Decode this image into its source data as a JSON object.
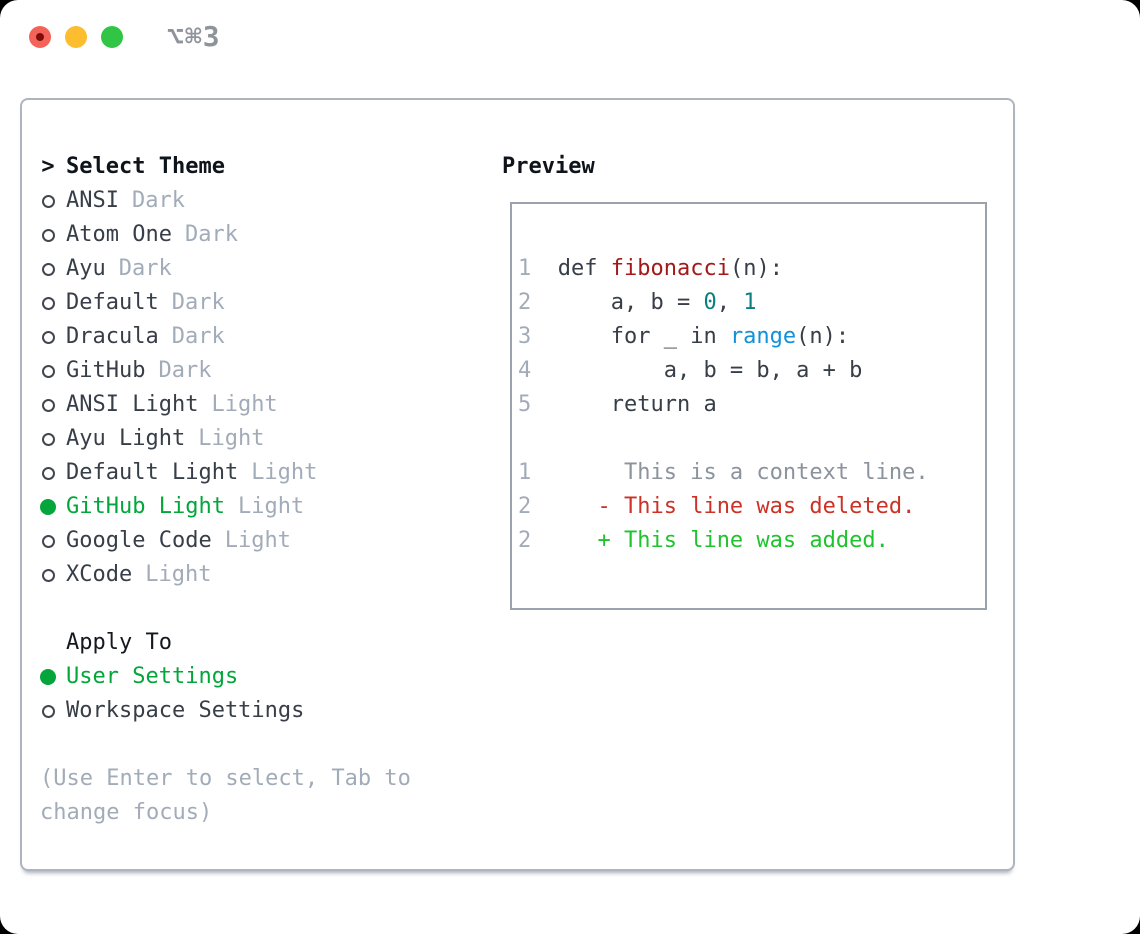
{
  "window": {
    "title": "⌥⌘3"
  },
  "titlebar_buttons": [
    {
      "name": "close"
    },
    {
      "name": "minimize"
    },
    {
      "name": "zoom"
    }
  ],
  "theme_panel": {
    "prompt": ">",
    "title": "Select Theme",
    "items": [
      {
        "name": "ANSI",
        "tag": "Dark",
        "selected": false
      },
      {
        "name": "Atom One",
        "tag": "Dark",
        "selected": false
      },
      {
        "name": "Ayu",
        "tag": "Dark",
        "selected": false
      },
      {
        "name": "Default",
        "tag": "Dark",
        "selected": false
      },
      {
        "name": "Dracula",
        "tag": "Dark",
        "selected": false
      },
      {
        "name": "GitHub",
        "tag": "Dark",
        "selected": false
      },
      {
        "name": "ANSI Light",
        "tag": "Light",
        "selected": false
      },
      {
        "name": "Ayu Light",
        "tag": "Light",
        "selected": false
      },
      {
        "name": "Default Light",
        "tag": "Light",
        "selected": false
      },
      {
        "name": "GitHub Light",
        "tag": "Light",
        "selected": true
      },
      {
        "name": "Google Code",
        "tag": "Light",
        "selected": false
      },
      {
        "name": "XCode",
        "tag": "Light",
        "selected": false
      }
    ]
  },
  "apply_panel": {
    "title": "Apply To",
    "options": [
      {
        "name": "User Settings",
        "selected": true
      },
      {
        "name": "Workspace Settings",
        "selected": false
      }
    ]
  },
  "hint_lines": [
    "(Use Enter to select, Tab to",
    "change focus)"
  ],
  "preview": {
    "title": "Preview",
    "lines": [
      {
        "segments": [
          {
            "t": "1  ",
            "c": "ln"
          },
          {
            "t": "def ",
            "c": "pl"
          },
          {
            "t": "fibonacci",
            "c": "fn"
          },
          {
            "t": "(n):",
            "c": "pl"
          }
        ]
      },
      {
        "segments": [
          {
            "t": "2  ",
            "c": "ln"
          },
          {
            "t": "    a, b = ",
            "c": "pl"
          },
          {
            "t": "0",
            "c": "nu"
          },
          {
            "t": ", ",
            "c": "pl"
          },
          {
            "t": "1",
            "c": "nu"
          }
        ]
      },
      {
        "segments": [
          {
            "t": "3  ",
            "c": "ln"
          },
          {
            "t": "    for _ in ",
            "c": "pl"
          },
          {
            "t": "range",
            "c": "bi"
          },
          {
            "t": "(n):",
            "c": "pl"
          }
        ]
      },
      {
        "segments": [
          {
            "t": "4  ",
            "c": "ln"
          },
          {
            "t": "        a, b = b, a + b",
            "c": "pl"
          }
        ]
      },
      {
        "segments": [
          {
            "t": "5  ",
            "c": "ln"
          },
          {
            "t": "    return a",
            "c": "pl"
          }
        ]
      },
      {
        "segments": []
      },
      {
        "segments": [
          {
            "t": "1       ",
            "c": "ln"
          },
          {
            "t": "This is a context line.",
            "c": "ctx"
          }
        ]
      },
      {
        "segments": [
          {
            "t": "2     ",
            "c": "ln"
          },
          {
            "t": "- This line was deleted.",
            "c": "del"
          }
        ]
      },
      {
        "segments": [
          {
            "t": "2     ",
            "c": "ln"
          },
          {
            "t": "+ This line was added.",
            "c": "add"
          }
        ]
      }
    ]
  },
  "colors": {
    "selection_green": "#04a63c",
    "item_text": "#373e47",
    "muted_tag": "#a2acb9",
    "heading_black": "#0f141a",
    "line_number": "#a2acb9",
    "code_plain": "#373e47",
    "code_function_red": "#a31919",
    "code_number_teal": "#0d7e80",
    "code_builtin_blue": "#1191d8",
    "diff_context_gray": "#8b939c",
    "diff_deleted_red": "#cc3226",
    "diff_added_green": "#1fc32d",
    "panel_border": "#aeb5bf",
    "preview_border": "#9aa2ab",
    "traffic_red": "#f4635a",
    "traffic_yellow": "#fcbd2f",
    "traffic_green": "#31c546",
    "window_title_gray": "#8f949b"
  }
}
